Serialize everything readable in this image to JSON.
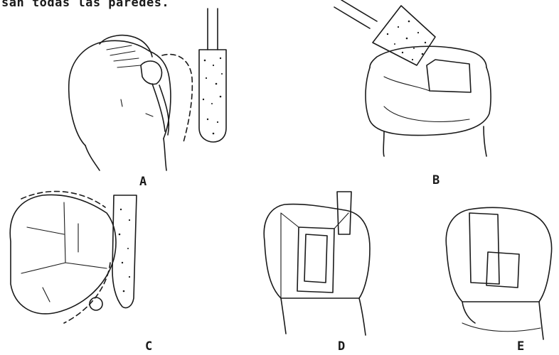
{
  "caption": {
    "text": "san todas las paredes."
  },
  "panels": [
    {
      "id": "A",
      "label": "A"
    },
    {
      "id": "B",
      "label": "B"
    },
    {
      "id": "C",
      "label": "C"
    },
    {
      "id": "D",
      "label": "D"
    },
    {
      "id": "E",
      "label": "E"
    }
  ],
  "colors": {
    "ink": "#1a1a1a",
    "paper": "#ffffff"
  }
}
